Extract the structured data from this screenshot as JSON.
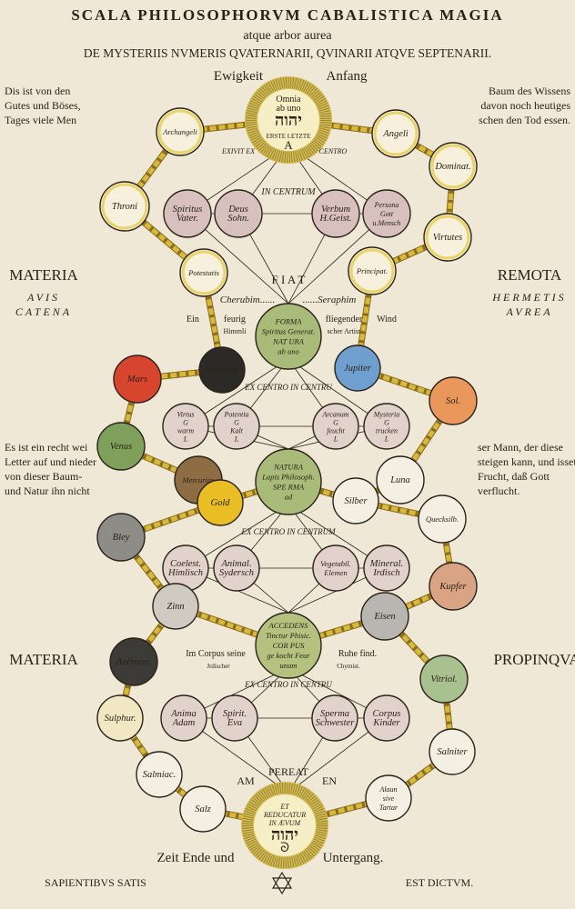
{
  "header": {
    "title": "SCALA PHILOSOPHORVM CABALISTICA MAGIA",
    "subtitle": "atque arbor aurea",
    "subtitle2": "DE MYSTERIIS NVMERIS QVATERNARII, QVINARII ATQVE SEPTENARII."
  },
  "colors": {
    "paper": "#efe8d6",
    "ink": "#2a2218",
    "gold_chain": "#d9b93a",
    "angel_ring": "#e8d46a"
  },
  "texts": [
    {
      "id": "ewigkeit",
      "text": "Ewigkeit"
    },
    {
      "id": "anfang",
      "text": "Anfang"
    },
    {
      "id": "lt1",
      "text": "Dis ist von den"
    },
    {
      "id": "lt2",
      "text": "Gutes und Böses,"
    },
    {
      "id": "lt3",
      "text": "Tages viele Men"
    },
    {
      "id": "rt1",
      "text": "Baum des Wissens"
    },
    {
      "id": "rt2",
      "text": "davon noch heutiges"
    },
    {
      "id": "rt3",
      "text": "schen den Tod essen."
    },
    {
      "id": "materia1",
      "text": "MATERIA"
    },
    {
      "id": "avis",
      "text": "AVIS"
    },
    {
      "id": "catena",
      "text": "CATENA"
    },
    {
      "id": "remota",
      "text": "REMOTA"
    },
    {
      "id": "hermetis",
      "text": "HERMETIS"
    },
    {
      "id": "avrea",
      "text": "AVREA"
    },
    {
      "id": "lm1",
      "text": "Es ist ein recht wei"
    },
    {
      "id": "lm2",
      "text": "Letter auf und nieder"
    },
    {
      "id": "lm3",
      "text": "von dieser Baum-"
    },
    {
      "id": "lm4",
      "text": "und Natur ihn nicht"
    },
    {
      "id": "rm1",
      "text": "ser Mann, der diese"
    },
    {
      "id": "rm2",
      "text": "steigen kann, und isset"
    },
    {
      "id": "rm3",
      "text": "Frucht, daß Gott"
    },
    {
      "id": "rm4",
      "text": "verflucht."
    },
    {
      "id": "materia2",
      "text": "MATERIA"
    },
    {
      "id": "propinqva",
      "text": "PROPINQVA"
    },
    {
      "id": "exivit",
      "text": "EXIVIT EX"
    },
    {
      "id": "centro",
      "text": "CENTRO"
    },
    {
      "id": "incentrum",
      "text": "IN CENTRUM"
    },
    {
      "id": "fiat",
      "text": "F I A T"
    },
    {
      "id": "cherubim",
      "text": "Cherubim......"
    },
    {
      "id": "seraphim",
      "text": "......Seraphim"
    },
    {
      "id": "ein",
      "text": "Ein"
    },
    {
      "id": "feurig",
      "text": "feurig"
    },
    {
      "id": "himmli",
      "text": "Himmli"
    },
    {
      "id": "fliegender",
      "text": "fliegender"
    },
    {
      "id": "artist",
      "text": "scher Artist"
    },
    {
      "id": "wind",
      "text": "Wind"
    },
    {
      "id": "excentro1",
      "text": "EX CENTRO IN CENTRU"
    },
    {
      "id": "excentro2",
      "text": "EX CENTRO IN CENTRUM"
    },
    {
      "id": "imcorpus",
      "text": "Im Corpus seine"
    },
    {
      "id": "jrdischer",
      "text": "Jrdischer"
    },
    {
      "id": "ruhe",
      "text": "Ruhe find."
    },
    {
      "id": "chymist",
      "text": "Chymist."
    },
    {
      "id": "excentro3",
      "text": "EX CENTRO IN CENTRU"
    },
    {
      "id": "pereat",
      "text": "PEREAT"
    },
    {
      "id": "am",
      "text": "AM"
    },
    {
      "id": "en",
      "text": "EN"
    },
    {
      "id": "zeit",
      "text": "Zeit Ende und"
    },
    {
      "id": "untergang",
      "text": "Untergang."
    },
    {
      "id": "sapientibus",
      "text": "SAPIENTIBVS SATIS"
    },
    {
      "id": "estdictum",
      "text": "EST DICTVM."
    }
  ],
  "suns": [
    {
      "id": "sun_top",
      "lines": [
        "Omnia",
        "ab uno",
        "יהוה",
        "ERSTE  LETZTE",
        "A"
      ]
    },
    {
      "id": "sun_bottom",
      "lines": [
        "ET",
        "REDUCATUR",
        "IN ÆVUM",
        "יהוה",
        "ᘐ"
      ]
    }
  ],
  "nodes": [
    {
      "id": "archangeli",
      "lines": [
        "Archangeli"
      ],
      "fill": "#f6f0dc",
      "ring": true
    },
    {
      "id": "angeli",
      "lines": [
        "Angeli"
      ],
      "fill": "#f6f0dc",
      "ring": true
    },
    {
      "id": "dominat",
      "lines": [
        "Dominat."
      ],
      "fill": "#f6f0dc",
      "ring": true
    },
    {
      "id": "throni",
      "lines": [
        "Throni"
      ],
      "fill": "#f6f0dc",
      "ring": true
    },
    {
      "id": "virtutes",
      "lines": [
        "Virtutes"
      ],
      "fill": "#f6f0dc",
      "ring": true
    },
    {
      "id": "potestatis",
      "lines": [
        "Potestatis"
      ],
      "fill": "#f6f0dc",
      "ring": true
    },
    {
      "id": "principat",
      "lines": [
        "Principat."
      ],
      "fill": "#f6f0dc",
      "ring": true
    },
    {
      "id": "spiritus",
      "lines": [
        "Spiritus",
        "Vater."
      ],
      "fill": "#d7c0bd"
    },
    {
      "id": "deus",
      "lines": [
        "Deus",
        "Sohn."
      ],
      "fill": "#d7c0bd"
    },
    {
      "id": "verbum",
      "lines": [
        "Verbum",
        "H.Geist."
      ],
      "fill": "#d7c0bd"
    },
    {
      "id": "persona",
      "lines": [
        "Persona",
        "Gott",
        "u.Mensch"
      ],
      "fill": "#d7c0bd"
    },
    {
      "id": "forma",
      "lines": [
        "FORMA",
        "Spiritus Generat.",
        "NAT  URA",
        "ab uno"
      ],
      "fill": "#a9bb78",
      "big": true
    },
    {
      "id": "saturnus",
      "lines": [
        "Saturnus"
      ],
      "fill": "#2b2a27"
    },
    {
      "id": "jupiter",
      "lines": [
        "Jupiter"
      ],
      "fill": "#6f9fcf"
    },
    {
      "id": "mars",
      "lines": [
        "Mars"
      ],
      "fill": "#d8452e"
    },
    {
      "id": "sol",
      "lines": [
        "Sol."
      ],
      "fill": "#e9975a"
    },
    {
      "id": "virtus",
      "lines": [
        "Virtus",
        "G",
        "warm",
        "L"
      ],
      "fill": "#e2d2cc"
    },
    {
      "id": "potentia",
      "lines": [
        "Potentia",
        "G",
        "Kalt",
        "L"
      ],
      "fill": "#e2d2cc"
    },
    {
      "id": "arcanum",
      "lines": [
        "Arcanum",
        "G",
        "feucht",
        "L"
      ],
      "fill": "#e2d2cc"
    },
    {
      "id": "mysteria",
      "lines": [
        "Mysteria",
        "G",
        "trucken",
        "L"
      ],
      "fill": "#e2d2cc"
    },
    {
      "id": "venus",
      "lines": [
        "Venus"
      ],
      "fill": "#7fa05a"
    },
    {
      "id": "mercurius",
      "lines": [
        "Mercurius"
      ],
      "fill": "#8e6d45"
    },
    {
      "id": "luna",
      "lines": [
        "Luna"
      ],
      "fill": "#f4efe3"
    },
    {
      "id": "natura",
      "lines": [
        "NATURA",
        "Lapis Philosoph.",
        "SPE  RMA",
        "ad"
      ],
      "fill": "#a9bb78",
      "big": true
    },
    {
      "id": "gold",
      "lines": [
        "Gold"
      ],
      "fill": "#e9bd24"
    },
    {
      "id": "silber",
      "lines": [
        "Silber"
      ],
      "fill": "#f4efe3"
    },
    {
      "id": "bley",
      "lines": [
        "Bley"
      ],
      "fill": "#8e8c87"
    },
    {
      "id": "quecksilb",
      "lines": [
        "Quecksilb."
      ],
      "fill": "#f4efe3"
    },
    {
      "id": "coelest",
      "lines": [
        "Coelest.",
        "Himlisch"
      ],
      "fill": "#e2d2cc"
    },
    {
      "id": "animal",
      "lines": [
        "Animal.",
        "Sydersch"
      ],
      "fill": "#e2d2cc"
    },
    {
      "id": "vegetabil",
      "lines": [
        "Vegetabil.",
        "Elemen"
      ],
      "fill": "#e2d2cc"
    },
    {
      "id": "mineral",
      "lines": [
        "Mineral.",
        "Irdisch"
      ],
      "fill": "#e2d2cc"
    },
    {
      "id": "kupfer",
      "lines": [
        "Kupfer"
      ],
      "fill": "#d9a483"
    },
    {
      "id": "zinn",
      "lines": [
        "Zinn"
      ],
      "fill": "#cfcac2"
    },
    {
      "id": "eisen",
      "lines": [
        "Eisen"
      ],
      "fill": "#b9b6b2"
    },
    {
      "id": "accedens",
      "lines": [
        "ACCEDENS",
        "Tinctur Phisic.",
        "COR  PUS",
        "ge kocht Feur",
        "unum"
      ],
      "fill": "#b5c27f",
      "big": true
    },
    {
      "id": "antimon",
      "lines": [
        "Antimon."
      ],
      "fill": "#3d3b37"
    },
    {
      "id": "vitriol",
      "lines": [
        "Vitriol."
      ],
      "fill": "#a9c08f"
    },
    {
      "id": "anima",
      "lines": [
        "Anima",
        "Adam"
      ],
      "fill": "#e2d2cc"
    },
    {
      "id": "spirit",
      "lines": [
        "Spirit.",
        "Eva"
      ],
      "fill": "#e2d2cc"
    },
    {
      "id": "sperma",
      "lines": [
        "Sperma",
        "Schwester"
      ],
      "fill": "#e2d2cc"
    },
    {
      "id": "corpus",
      "lines": [
        "Corpus",
        "Kinder"
      ],
      "fill": "#e2d2cc"
    },
    {
      "id": "sulphur",
      "lines": [
        "Sulphur."
      ],
      "fill": "#f1e7c2"
    },
    {
      "id": "salniter",
      "lines": [
        "Salniter"
      ],
      "fill": "#f4efe3"
    },
    {
      "id": "salmiac",
      "lines": [
        "Salmiac."
      ],
      "fill": "#f4efe3"
    },
    {
      "id": "salz",
      "lines": [
        "Salz"
      ],
      "fill": "#f4efe3"
    },
    {
      "id": "alaun",
      "lines": [
        "Alaun",
        "sive",
        "Tartar"
      ],
      "fill": "#f4efe3"
    }
  ],
  "chains": [
    [
      "sun_top",
      "archangeli"
    ],
    [
      "archangeli",
      "throni"
    ],
    [
      "throni",
      "potestatis"
    ],
    [
      "potestatis",
      "saturnus"
    ],
    [
      "saturnus",
      "mars"
    ],
    [
      "mars",
      "venus"
    ],
    [
      "venus",
      "mercurius"
    ],
    [
      "mercurius",
      "gold"
    ],
    [
      "gold",
      "natura"
    ],
    [
      "gold",
      "bley"
    ],
    [
      "bley",
      "zinn"
    ],
    [
      "zinn",
      "accedens"
    ],
    [
      "zinn",
      "antimon"
    ],
    [
      "antimon",
      "sulphur"
    ],
    [
      "sulphur",
      "salmiac"
    ],
    [
      "salmiac",
      "salz"
    ],
    [
      "salz",
      "sun_bottom"
    ],
    [
      "sun_top",
      "angeli"
    ],
    [
      "angeli",
      "dominat"
    ],
    [
      "dominat",
      "virtutes"
    ],
    [
      "virtutes",
      "principat"
    ],
    [
      "principat",
      "jupiter"
    ],
    [
      "jupiter",
      "sol"
    ],
    [
      "sol",
      "luna"
    ],
    [
      "luna",
      "silber"
    ],
    [
      "silber",
      "natura"
    ],
    [
      "silber",
      "quecksilb"
    ],
    [
      "quecksilb",
      "kupfer"
    ],
    [
      "kupfer",
      "eisen"
    ],
    [
      "eisen",
      "accedens"
    ],
    [
      "eisen",
      "vitriol"
    ],
    [
      "vitriol",
      "salniter"
    ],
    [
      "salniter",
      "alaun"
    ],
    [
      "alaun",
      "sun_bottom"
    ]
  ],
  "star_icon": "hexagram"
}
